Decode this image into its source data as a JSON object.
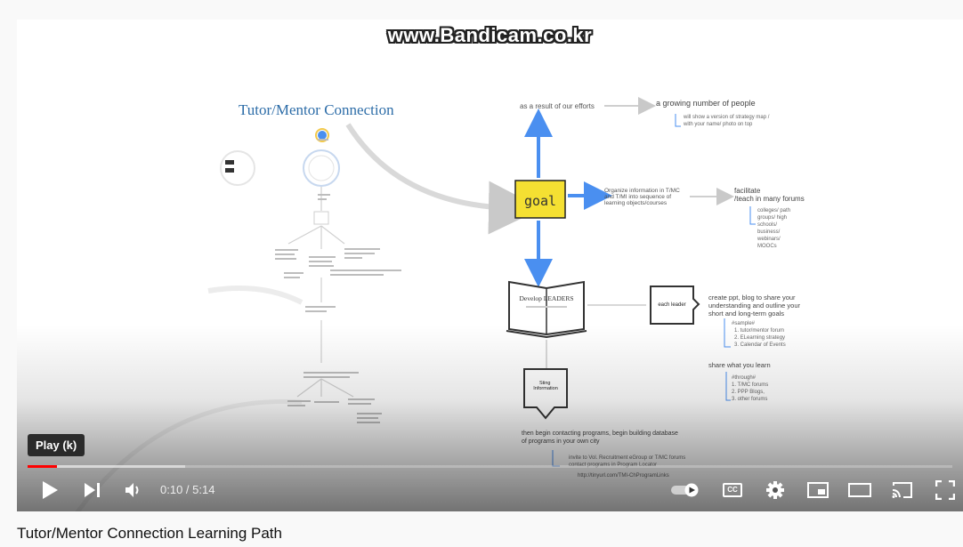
{
  "watermark": "www.Bandicam.co.kr",
  "slide": {
    "title": "Tutor/Mentor Connection",
    "goal_label": "goal",
    "top_note": "as a result of our efforts",
    "top_result": "a growing number of people",
    "top_sub": [
      "will show a version of strategy map /",
      "with your name/ photo on top"
    ],
    "right_note": [
      "Organize information in T/MC",
      "and T/MI into sequence of",
      "learning objects/courses"
    ],
    "right_result": [
      "facilitate",
      "/teach in many forums"
    ],
    "right_sub": [
      "colleges/ path",
      "groups/ high",
      "schools/",
      "business/",
      "webinars/",
      "MOOCs"
    ],
    "book_label": "Develop LEADERS",
    "leader_box": "each leader",
    "leader_note": [
      "create ppt, blog to share your",
      "understanding and outline your",
      "short and long-term goals"
    ],
    "leader_list": [
      "#sample#",
      "1. tutor/mentor forum",
      "2. ELearning strategy",
      "3. Calendar of Events"
    ],
    "share_title": "share what you learn",
    "share_list": [
      "#through#",
      "1. T/MC forums",
      "2. PPP Blogs,",
      "3. other forums"
    ],
    "flag_label": [
      "Sting",
      "Information"
    ],
    "contact_note": [
      "then begin contacting programs, begin building database",
      "of programs in your own city"
    ],
    "invite_note": [
      "invite to Vol. Recruitment eGroup or T/MC forums",
      "contact programs in Program Locator"
    ],
    "link_note": "http://tinyurl.com/TMI-ChProgramLinks"
  },
  "player": {
    "tooltip": "Play (k)",
    "current_time": "0:10",
    "separator": " / ",
    "duration": "5:14",
    "progress_played": 0.032,
    "progress_loaded": 0.17,
    "captions_label": "CC"
  },
  "video": {
    "title": "Tutor/Mentor Connection Learning Path"
  }
}
